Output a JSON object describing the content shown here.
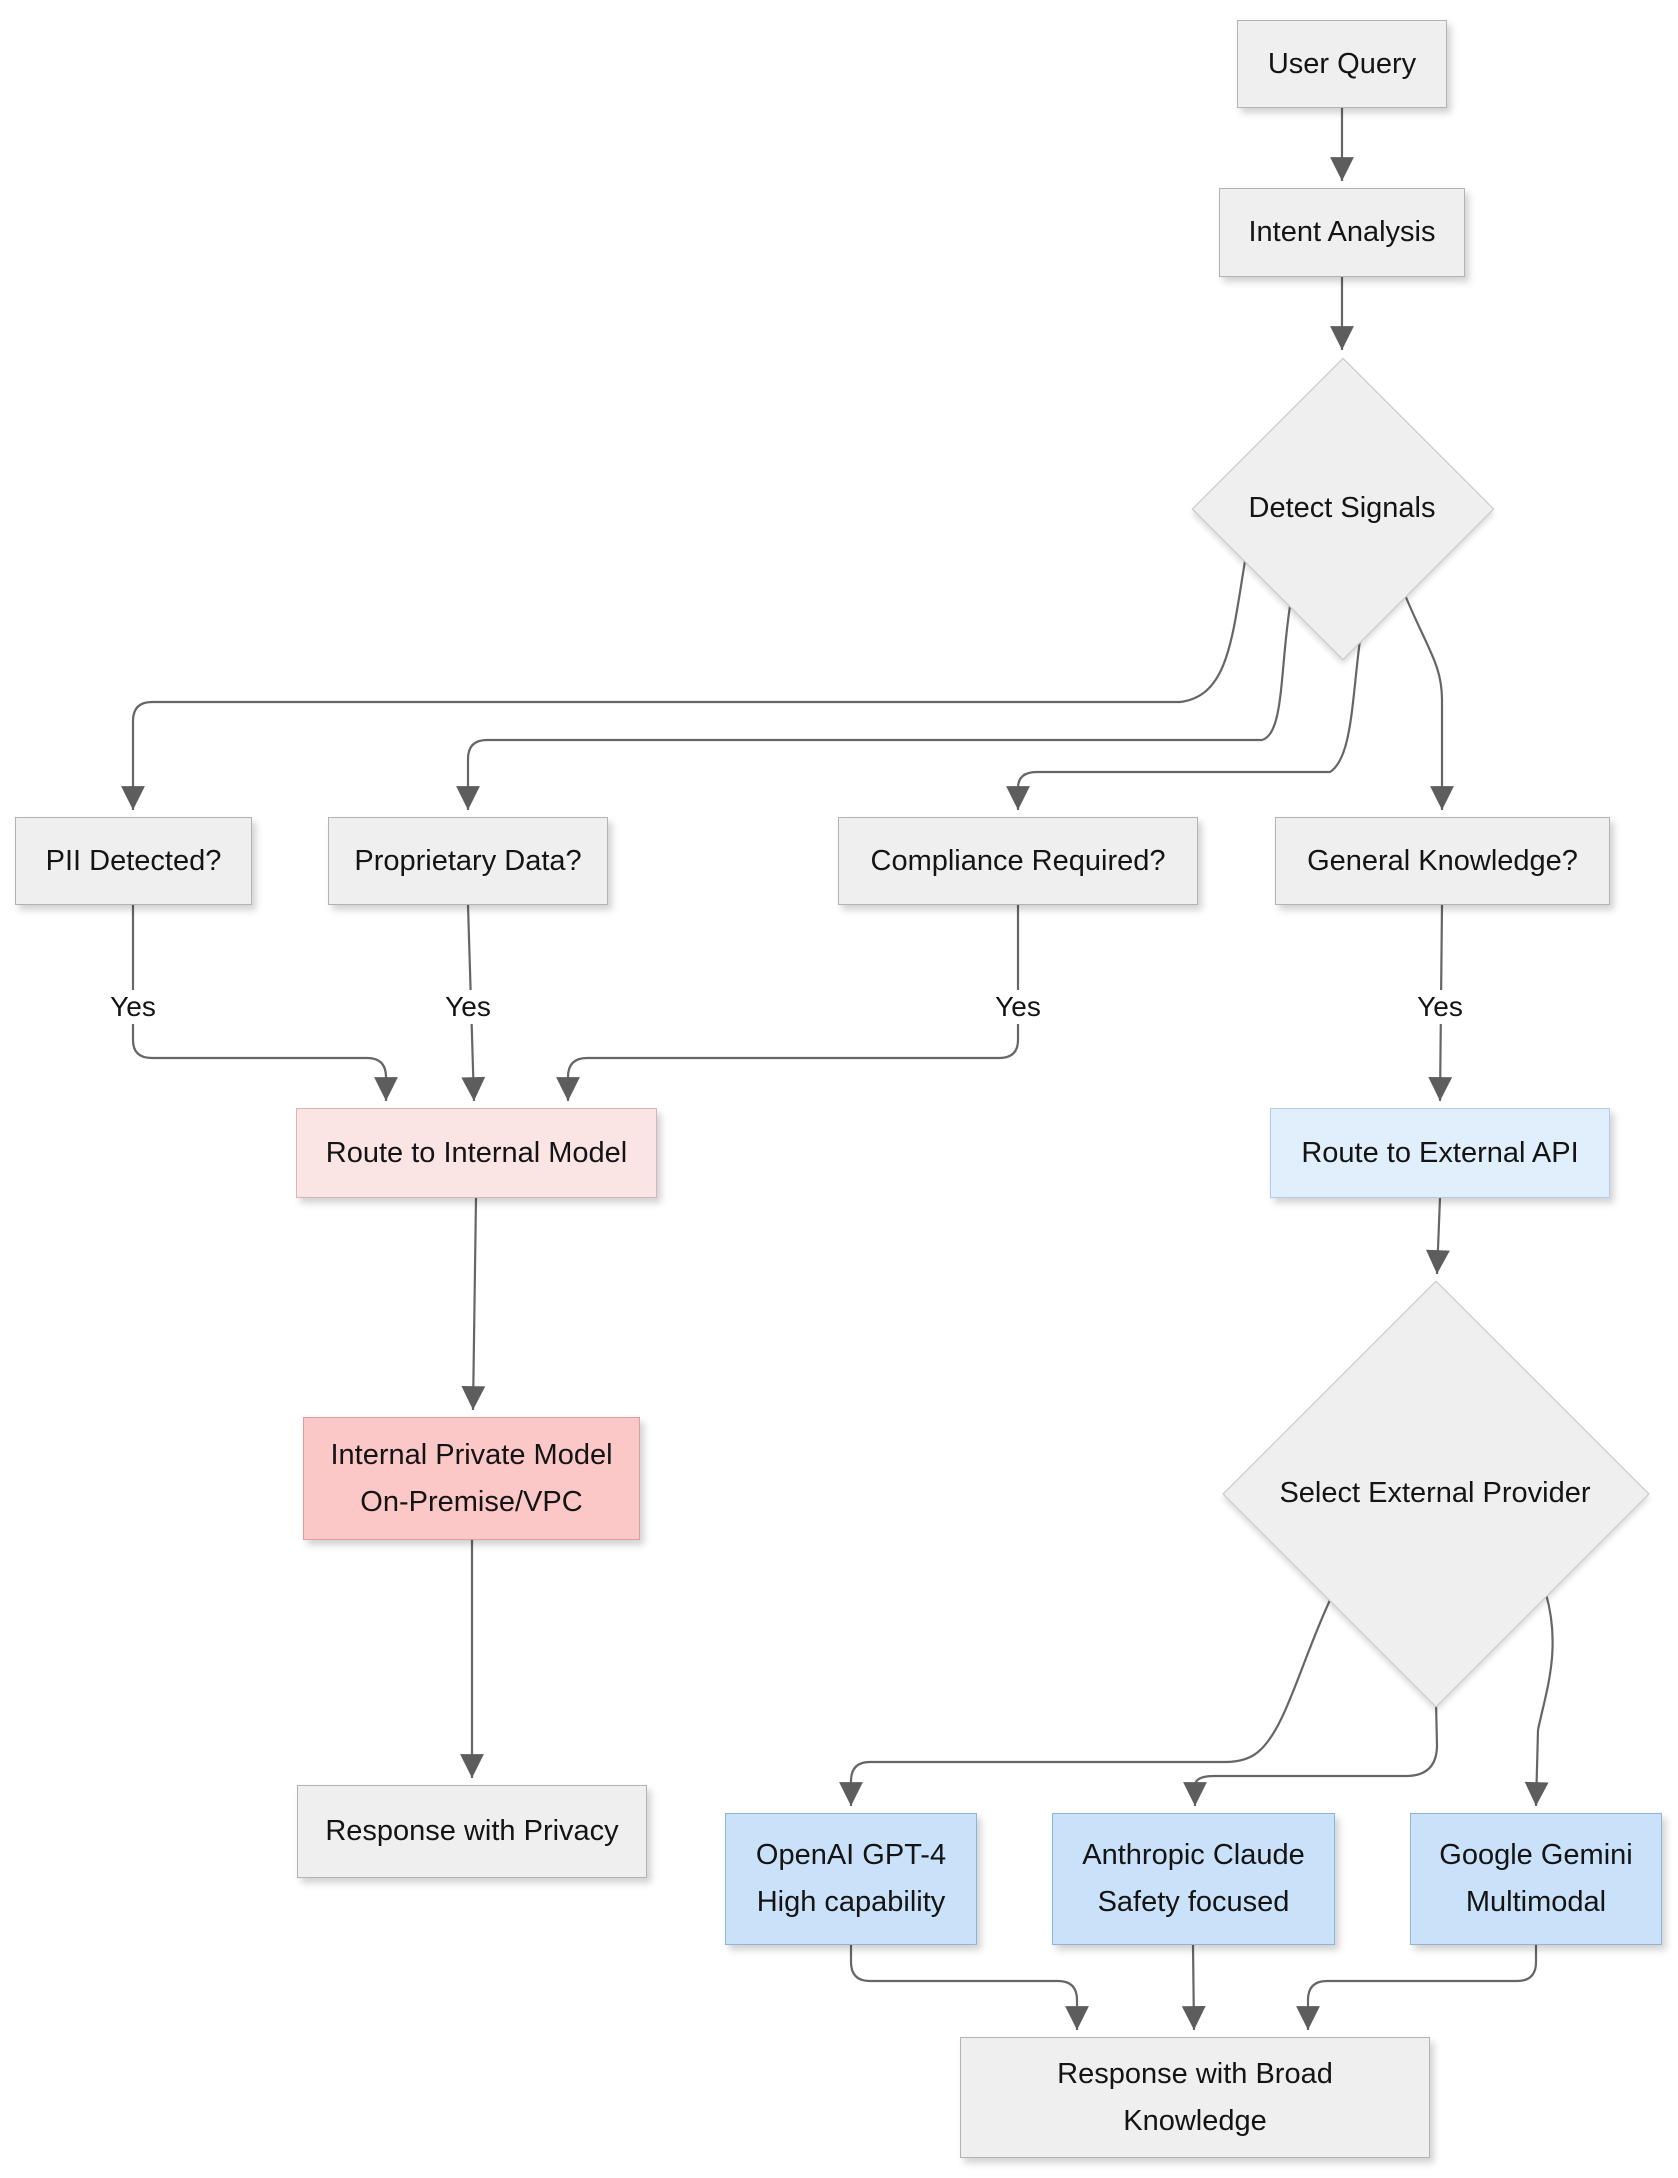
{
  "diagram": {
    "nodes": {
      "user_query": {
        "label": "User Query"
      },
      "intent_analysis": {
        "label": "Intent Analysis"
      },
      "detect_signals": {
        "label": "Detect Signals"
      },
      "pii_detected": {
        "label": "PII Detected?"
      },
      "proprietary_data": {
        "label": "Proprietary Data?"
      },
      "compliance_required": {
        "label": "Compliance Required?"
      },
      "general_knowledge": {
        "label": "General Knowledge?"
      },
      "route_internal": {
        "label": "Route to Internal Model"
      },
      "route_external": {
        "label": "Route to External API"
      },
      "internal_model": {
        "line1": "Internal Private Model",
        "line2": "On-Premise/VPC"
      },
      "select_provider": {
        "label": "Select External Provider"
      },
      "response_privacy": {
        "label": "Response with Privacy"
      },
      "openai": {
        "line1": "OpenAI GPT-4",
        "line2": "High capability"
      },
      "anthropic": {
        "line1": "Anthropic Claude",
        "line2": "Safety focused"
      },
      "google": {
        "line1": "Google Gemini",
        "line2": "Multimodal"
      },
      "response_broad": {
        "line1": "Response with Broad",
        "line2": "Knowledge"
      }
    },
    "edge_labels": {
      "pii_yes": "Yes",
      "proprietary_yes": "Yes",
      "compliance_yes": "Yes",
      "general_yes": "Yes"
    }
  },
  "colors": {
    "node_fill_gray": "#efefef",
    "node_border_gray": "#b3b3b3",
    "pink_light_fill": "#fbe4e4",
    "pink_light_border": "#d8b5b5",
    "pink_fill": "#fcc7c7",
    "pink_border": "#de9e9e",
    "blue_light_fill": "#e1eefb",
    "blue_light_border": "#b0cce8",
    "blue_fill": "#c9e1f9",
    "blue_border": "#8fb4d9",
    "edge_color": "#666666",
    "text_color": "#141414",
    "background": "#ffffff"
  }
}
